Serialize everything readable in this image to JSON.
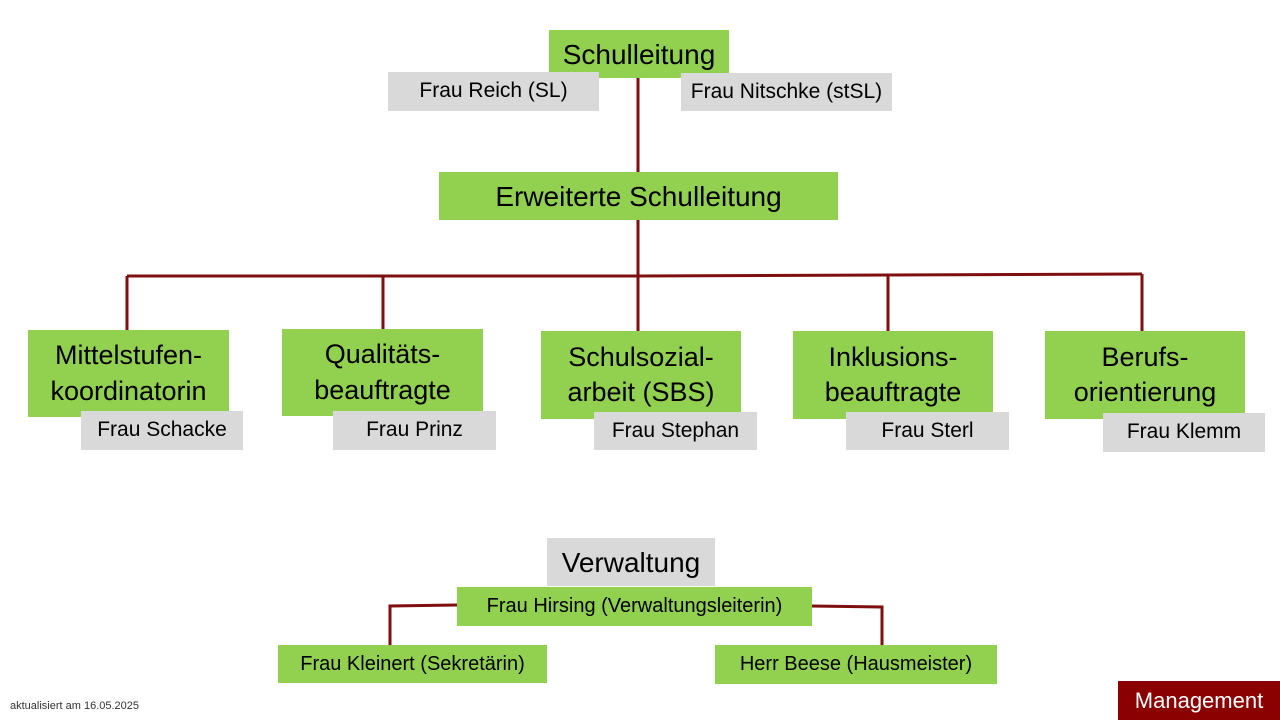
{
  "colors": {
    "role_box": "#92d050",
    "person_box": "#d9d9d9",
    "connector": "#7f0f0f",
    "badge": "#8b0000"
  },
  "leadership": {
    "title": "Schulleitung",
    "people": [
      "Frau Reich (SL)",
      "Frau Nitschke (stSL)"
    ]
  },
  "extended_leadership": {
    "title": "Erweiterte Schulleitung"
  },
  "roles": [
    {
      "title": "Mittelstufen-\nkoordinatorin",
      "person": "Frau Schacke"
    },
    {
      "title": "Qualitäts-\nbeauftragte",
      "person": "Frau Prinz"
    },
    {
      "title": "Schulsozial-\narbeit (SBS)",
      "person": "Frau Stephan"
    },
    {
      "title": "Inklusions-\nbeauftragte",
      "person": "Frau Sterl"
    },
    {
      "title": "Berufs-\norientierung",
      "person": "Frau Klemm"
    }
  ],
  "administration": {
    "title": "Verwaltung",
    "head": "Frau Hirsing (Verwaltungsleiterin)",
    "staff": [
      "Frau Kleinert (Sekretärin)",
      "Herr Beese (Hausmeister)"
    ]
  },
  "footer": {
    "updated": "aktualisiert am 16.05.2025",
    "badge": "Management"
  }
}
